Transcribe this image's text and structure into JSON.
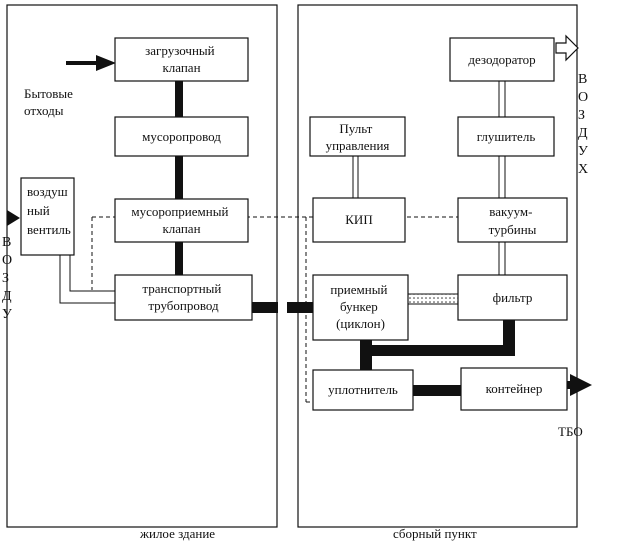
{
  "zones": {
    "residential": "жилое здание",
    "collection": "сборный пункт"
  },
  "blocks": {
    "loading_valve": [
      "загрузочный",
      "клапан"
    ],
    "chute": [
      "мусоропровод"
    ],
    "receiving_valve": [
      "мусороприемный",
      "клапан"
    ],
    "transport_pipe": [
      "транспортный",
      "трубопровод"
    ],
    "air_valve": [
      "воздуш",
      "ный",
      "вентиль"
    ],
    "control_panel": [
      "Пульт",
      "управления"
    ],
    "kip": [
      "КИП"
    ],
    "bunker": [
      "приемный",
      "бункер",
      "(циклон)"
    ],
    "compactor": [
      "уплотнитель"
    ],
    "deodorizer": [
      "дезодоратор"
    ],
    "silencer": [
      "глушитель"
    ],
    "vacuum_turbines": [
      "вакуум-",
      "турбины"
    ],
    "filter": [
      "фильтр"
    ],
    "container": [
      "контейнер"
    ]
  },
  "labels": {
    "household_waste": [
      "Бытовые",
      "отходы"
    ],
    "solid_waste": "ТБО",
    "air_out": [
      "В",
      "О",
      "З",
      "Д",
      "У",
      "Х"
    ],
    "air_in": [
      "В",
      "О",
      "З",
      "Д",
      "У"
    ]
  }
}
